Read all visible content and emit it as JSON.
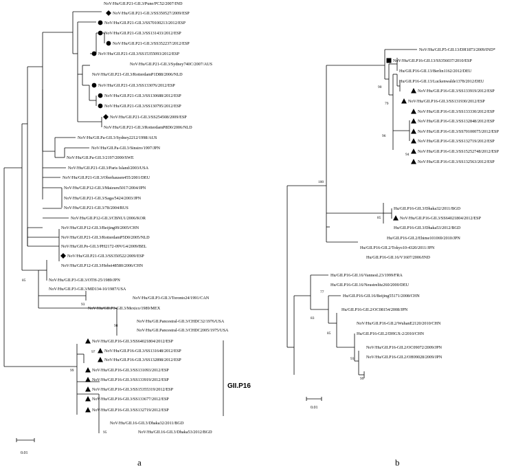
{
  "panel_a": {
    "label": "a",
    "group_label": "GII.P16",
    "scale_label": "0.01",
    "leaves": [
      {
        "text": "NoV/Hu/GII.P21-GII.3/Pune/PC52/2007/IND",
        "marker": ""
      },
      {
        "text": "NoV/Hu/GII.P21-GII.3/SS350527/2009/ESP",
        "marker": "diamond"
      },
      {
        "text": "NoV/Hu/GII.P21-GII.3/SS70100213/2012/ESP",
        "marker": "circle"
      },
      {
        "text": "NoV/Hu/GII.P21-GII.3/SS131433/2012/ESP",
        "marker": "circle"
      },
      {
        "text": "NoV/Hu/GII.P21-GII.3/SS352237/2012/ESP",
        "marker": "circle"
      },
      {
        "text": "NoV/Hu/GII.P21-GII.3/SS15355093/2012/ESP",
        "marker": "circle"
      },
      {
        "text": "NoV/Hu/GII.P21-GII.3/Sydney740C/2007/AUS",
        "marker": ""
      },
      {
        "text": "NoV/Hu/GII.P21-GII.3/RotterdamP1D88/2006/NLD",
        "marker": ""
      },
      {
        "text": "NoV/Hu/GII.P21-GII.3/SS133076/2012/ESP",
        "marker": "circle"
      },
      {
        "text": "NoV/Hu/GII.P21-GII.3/SS130688/2012/ESP",
        "marker": "circle"
      },
      {
        "text": "NoV/Hu/GII.P21-GII.3/SS130795/2012/ESP",
        "marker": "circle"
      },
      {
        "text": "NoV/Hu/GII.P21-GII.3/SS254508/2009/ESP",
        "marker": "diamond"
      },
      {
        "text": "NoV/Hu/GII.P21-GII.3/RotterdamP8D0/2006/NLD",
        "marker": ""
      },
      {
        "text": "NoV/Hu/GII.Pa-GII.3/Sydney2212/1998/AUS",
        "marker": ""
      },
      {
        "text": "NoV/Hu/GII.Pa-GII.3/Sinsiro/1997/JPN",
        "marker": ""
      },
      {
        "text": "NoV/Hu/GII.Pa-GII.3/2197/2000/SWE",
        "marker": ""
      },
      {
        "text": "NoV/Hu/GII.P21-GII.3/Paris Island/2003/USA",
        "marker": ""
      },
      {
        "text": "NoV/Hu/GII.P21-GII.3/Oberhausen455/2001/DEU",
        "marker": ""
      },
      {
        "text": "NoV/Hu/GII.P12-GII.3/Maizuru5017/2004/JPN",
        "marker": ""
      },
      {
        "text": "NoV/Hu/GII.P21-GII.3/Saga/5424/2003/JPN",
        "marker": ""
      },
      {
        "text": "NoV/Hu/GII.P21-GII.3/78/2004/RUS",
        "marker": ""
      },
      {
        "text": "NoV/Hu/GII.P12-GII.3/CBNU1/2006/KOR",
        "marker": ""
      },
      {
        "text": "NoV/Hu/GII.P12-GII.3/Beijing09/2005/CHN",
        "marker": ""
      },
      {
        "text": "NoV/Hu/GII.P21-GII.3/RotterdamP5D0/2005/NLD",
        "marker": ""
      },
      {
        "text": "NoV/Hu/GII.Pe-GII.3/PH2172-09VG4/2009/BEL",
        "marker": ""
      },
      {
        "text": "NoV/Hu/GII.P21-GII.3/SS350522/2009/ESP",
        "marker": "diamond"
      },
      {
        "text": "NoV/Hu/GII.P12-GII.3/Hebei48580/2006/CHN",
        "marker": ""
      },
      {
        "text": "NoV/Hu/GII.P3-GII.3/OTH-25/1989/JPN",
        "marker": ""
      },
      {
        "text": "NoV/Hu/GII.P3-GII.3/MD134-10/1987/USA",
        "marker": ""
      },
      {
        "text": "NoV/Hu/GII.P3-GII.3/Toronto24/1991/CAN",
        "marker": ""
      },
      {
        "text": "NoV/Hu/GII.P3-GII.3/Mexico/1989/MEX",
        "marker": ""
      },
      {
        "text": "NoV/Hu/GII.Pancestral-GII.3/CHDC32/1976/USA",
        "marker": ""
      },
      {
        "text": "NoV/Hu/GII.Pancestral-GII.3/CHDC2005/1975/USA",
        "marker": ""
      },
      {
        "text": "NoV/Hu/GII.P16-GII.3/SS64021804/2012/ESP",
        "marker": "triangle"
      },
      {
        "text": "NoV/Hu/GII.P16-GII.3/SS131648/2012/ESP",
        "marker": "triangle"
      },
      {
        "text": "NoV/Hu/GII.P16-GII.3/SS132898/2012/ESP",
        "marker": "triangle"
      },
      {
        "text": "NoV/Hu/GII.P16-GII.3/SS131093/2012/ESP",
        "marker": "triangle"
      },
      {
        "text": "NoV/Hu/GII.P16-GII.3/SS133919/2012/ESP",
        "marker": "triangle"
      },
      {
        "text": "NoV/Hu/GII.P16-GII.3/SS15355319/2012/ESP",
        "marker": "triangle"
      },
      {
        "text": "NoV/Hu/GII.P16-GII.3/SS133677/2012/ESP",
        "marker": "triangle"
      },
      {
        "text": "NoV/Hu/GII.P16-GII.3/SS132719/2012/ESP",
        "marker": "triangle"
      },
      {
        "text": "NoV/Hu/GII.16-GII.3/Dhaka32/2011/BGD",
        "marker": ""
      },
      {
        "text": "NoV/Hu/GII.16-GII.3/Dhaka53/2012/BGD",
        "marker": ""
      }
    ],
    "bootstrap": [
      "85",
      "93",
      "98",
      "97",
      "99",
      "95"
    ]
  },
  "panel_b": {
    "label": "b",
    "scale_label": "0.01",
    "leaves": [
      {
        "text": "NoV/Hu/GII.P5-GII.13/DH1873/2009/IND*",
        "marker": ""
      },
      {
        "text": "NoV/Hu/GII.P16-GII.13/SS356037/2010/ESP",
        "marker": "square"
      },
      {
        "text": "Hu/GII.P16-GII.13/Berlin1162/2012/DEU",
        "marker": ""
      },
      {
        "text": "Hu/GII.P16-GII.13/Luckenwalde1378/2012/DEU",
        "marker": ""
      },
      {
        "text": "NoV/Hu/GII.P16-GII.3/SS133919/2012/ESP",
        "marker": "triangle"
      },
      {
        "text": "NoV/Hu/GII.P16-GII.3/SS131930/2012/ESP",
        "marker": "triangle"
      },
      {
        "text": "NoV/Hu/GII.P16-GII.3/SS133330/2012/ESP",
        "marker": "triangle"
      },
      {
        "text": "NoV/Hu/GII.P16-GII.3/SS132848/2012/ESP",
        "marker": "triangle"
      },
      {
        "text": "NoV/Hu/GII.P16-GII.3/SS70100075/2012/ESP",
        "marker": "triangle"
      },
      {
        "text": "NoV/Hu/GII.P16-GII.3/SS132719/2012/ESP",
        "marker": "triangle"
      },
      {
        "text": "NoV/Hu/GII.P16-GII.3/SS15252748/2012/ESP",
        "marker": "triangle"
      },
      {
        "text": "NoV/Hu/GII.P16-GII.3/SS132563/2012/ESP",
        "marker": "triangle"
      },
      {
        "text": "Hu/GII.P16-GII.3/Dhaka32/2011/BGD",
        "marker": ""
      },
      {
        "text": "NoV/Hu/GII.P16-GII.3/SS64021804/2012/ESP",
        "marker": "triangle"
      },
      {
        "text": "Hu/GII.P16-GII.3/Dhaka53/2012/BGD",
        "marker": ""
      },
      {
        "text": "Hu/GII.P16-GII.2/Ehime101069/2010/JPN",
        "marker": ""
      },
      {
        "text": "Hu/GII.P16-GII.2/Tokyo10-4320/2011/JPN",
        "marker": ""
      },
      {
        "text": "Hu/GII.P16-GII.16/V1607/2006/IND",
        "marker": ""
      },
      {
        "text": "Hu/GII.P16-GII.16/VannesL23/1999/FRA",
        "marker": ""
      },
      {
        "text": "Hu/GII.P16-GII.16/Neustrelitz260/2000/DEU",
        "marker": ""
      },
      {
        "text": "Hu/GII.P16-GII.16/Beijing55171/2008/CHN",
        "marker": ""
      },
      {
        "text": "Hu/GII.P16-GII.2/OC08154/2008/JPN",
        "marker": ""
      },
      {
        "text": "NoV/Hu/GII.P16-GII.2/WuhanE2120/2010/CHN",
        "marker": ""
      },
      {
        "text": "Hu/GII.P16-GII.2/DHGX-2/2010/CHN",
        "marker": ""
      },
      {
        "text": "NoV/Hu/GII.P16-GII.2/OC09072/2009/JPN",
        "marker": ""
      },
      {
        "text": "NoV/Hu/GII.P16-GII.2/OH09028/2009/JPN",
        "marker": ""
      }
    ],
    "bootstrap": [
      "100",
      "90",
      "79",
      "96",
      "94",
      "85",
      "77",
      "83",
      "85",
      "93",
      "99"
    ]
  }
}
